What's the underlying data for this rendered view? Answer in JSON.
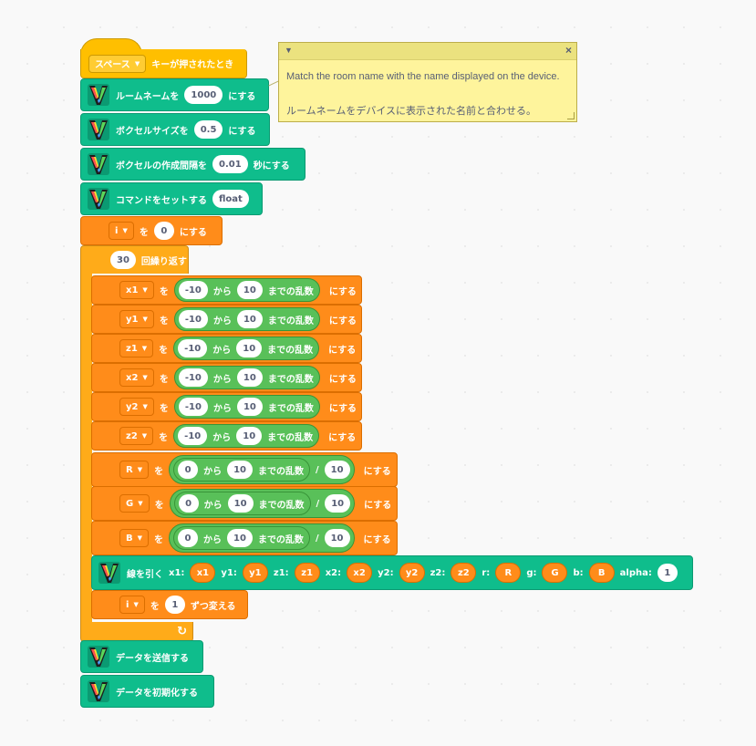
{
  "hat": {
    "key_option": "スペース",
    "label": "キーが押されたとき"
  },
  "blocks": {
    "room": {
      "label": "ルームネームを",
      "value": "1000",
      "suffix": "にする"
    },
    "voxel_size": {
      "label": "ボクセルサイズを",
      "value": "0.5",
      "suffix": "にする"
    },
    "interval": {
      "label": "ボクセルの作成間隔を",
      "value": "0.01",
      "suffix": "秒にする"
    },
    "command": {
      "label": "コマンドをセットする",
      "value": "float"
    },
    "set_i": {
      "var": "i",
      "label": "を",
      "value": "0",
      "suffix": "にする"
    },
    "repeat": {
      "count": "30",
      "label": "回繰り返す"
    },
    "send": {
      "label": "データを送信する"
    },
    "init": {
      "label": "データを初期化する"
    }
  },
  "random_sets": [
    {
      "var": "x1",
      "wo": "を",
      "from": "-10",
      "kara": "から",
      "to": "10",
      "made": "までの乱数",
      "suffix": "にする"
    },
    {
      "var": "y1",
      "wo": "を",
      "from": "-10",
      "kara": "から",
      "to": "10",
      "made": "までの乱数",
      "suffix": "にする"
    },
    {
      "var": "z1",
      "wo": "を",
      "from": "-10",
      "kara": "から",
      "to": "10",
      "made": "までの乱数",
      "suffix": "にする"
    },
    {
      "var": "x2",
      "wo": "を",
      "from": "-10",
      "kara": "から",
      "to": "10",
      "made": "までの乱数",
      "suffix": "にする"
    },
    {
      "var": "y2",
      "wo": "を",
      "from": "-10",
      "kara": "から",
      "to": "10",
      "made": "までの乱数",
      "suffix": "にする"
    },
    {
      "var": "z2",
      "wo": "を",
      "from": "-10",
      "kara": "から",
      "to": "10",
      "made": "までの乱数",
      "suffix": "にする"
    }
  ],
  "color_sets": [
    {
      "var": "R",
      "wo": "を",
      "from": "0",
      "kara": "から",
      "to": "10",
      "made": "までの乱数",
      "div": "/",
      "divisor": "10",
      "suffix": "にする"
    },
    {
      "var": "G",
      "wo": "を",
      "from": "0",
      "kara": "から",
      "to": "10",
      "made": "までの乱数",
      "div": "/",
      "divisor": "10",
      "suffix": "にする"
    },
    {
      "var": "B",
      "wo": "を",
      "from": "0",
      "kara": "から",
      "to": "10",
      "made": "までの乱数",
      "div": "/",
      "divisor": "10",
      "suffix": "にする"
    }
  ],
  "line": {
    "label": "線を引く",
    "args": [
      {
        "key": "x1:",
        "val": "x1"
      },
      {
        "key": "y1:",
        "val": "y1"
      },
      {
        "key": "z1:",
        "val": "z1"
      },
      {
        "key": "x2:",
        "val": "x2"
      },
      {
        "key": "y2:",
        "val": "y2"
      },
      {
        "key": "z2:",
        "val": "z2"
      },
      {
        "key": "r:",
        "val": "R"
      },
      {
        "key": "g:",
        "val": "G"
      },
      {
        "key": "b:",
        "val": "B"
      }
    ],
    "alpha_key": "alpha:",
    "alpha_val": "1"
  },
  "change_i": {
    "var": "i",
    "label": "を",
    "value": "1",
    "suffix": "ずつ変える"
  },
  "loop_arrow": "↻",
  "note": {
    "line1": "Match the room name with the name displayed on the device.",
    "line2": "ルームネームをデバイスに表示された名前と合わせる。"
  },
  "colors": {
    "extension": "#0fbd8c",
    "variables": "#ff8c1a",
    "control": "#ffab19",
    "events": "#ffbf00",
    "operators": "#59c059"
  }
}
